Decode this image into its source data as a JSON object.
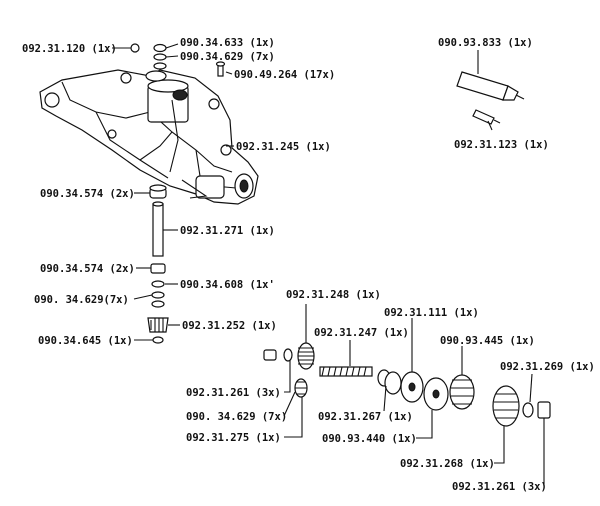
{
  "parts": [
    {
      "id": "p01",
      "label": "092.31.120 (1x)"
    },
    {
      "id": "p02",
      "label": "090.34.633 (1x)"
    },
    {
      "id": "p03",
      "label": "090.34.629 (7x)"
    },
    {
      "id": "p04",
      "label": "090.49.264 (17x)"
    },
    {
      "id": "p05",
      "label": "092.31.245 (1x)"
    },
    {
      "id": "p06",
      "label": "090.34.574 (2x)"
    },
    {
      "id": "p07",
      "label": "092.31.271 (1x)"
    },
    {
      "id": "p08",
      "label": "090.34.574 (2x)"
    },
    {
      "id": "p09",
      "label": "090.34.608 (1x'"
    },
    {
      "id": "p10",
      "label": "090. 34.629(7x)"
    },
    {
      "id": "p11",
      "label": "092.31.252 (1x)"
    },
    {
      "id": "p12",
      "label": "090.34.645 (1x)"
    },
    {
      "id": "p13",
      "label": "092.31.248 (1x)"
    },
    {
      "id": "p14",
      "label": "092.31.247 (1x)"
    },
    {
      "id": "p15",
      "label": "092.31.111 (1x)"
    },
    {
      "id": "p16",
      "label": "090.93.445 (1x)"
    },
    {
      "id": "p17",
      "label": "092.31.269 (1x)"
    },
    {
      "id": "p18",
      "label": "092.31.261 (3x)"
    },
    {
      "id": "p19",
      "label": "090. 34.629 (7x)"
    },
    {
      "id": "p20",
      "label": "092.31.275 (1x)"
    },
    {
      "id": "p21",
      "label": "092.31.267 (1x)"
    },
    {
      "id": "p22",
      "label": "090.93.440 (1x)"
    },
    {
      "id": "p23",
      "label": "092.31.268 (1x)"
    },
    {
      "id": "p24",
      "label": "092.31.261 (3x)"
    },
    {
      "id": "p25",
      "label": "090.93.833 (1x)"
    },
    {
      "id": "p26",
      "label": "092.31.123 (1x)"
    }
  ]
}
